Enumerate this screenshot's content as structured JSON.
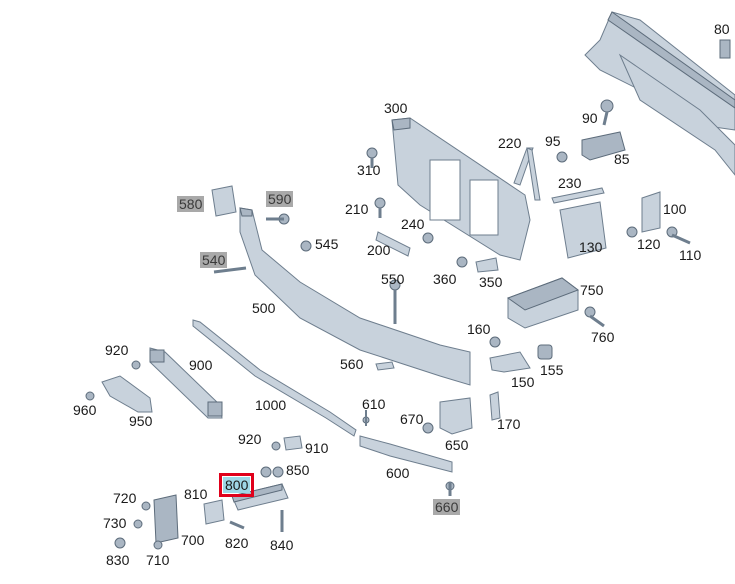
{
  "diagram": {
    "selected_part": "800",
    "labels": [
      {
        "id": "80",
        "text": "80",
        "style": "plain"
      },
      {
        "id": "300",
        "text": "300",
        "style": "plain"
      },
      {
        "id": "220",
        "text": "220",
        "style": "plain"
      },
      {
        "id": "95",
        "text": "95",
        "style": "plain"
      },
      {
        "id": "90",
        "text": "90",
        "style": "plain"
      },
      {
        "id": "85",
        "text": "85",
        "style": "plain"
      },
      {
        "id": "310",
        "text": "310",
        "style": "plain"
      },
      {
        "id": "230",
        "text": "230",
        "style": "plain"
      },
      {
        "id": "580",
        "text": "580",
        "style": "grey"
      },
      {
        "id": "590",
        "text": "590",
        "style": "grey"
      },
      {
        "id": "210",
        "text": "210",
        "style": "plain"
      },
      {
        "id": "240",
        "text": "240",
        "style": "plain"
      },
      {
        "id": "100",
        "text": "100",
        "style": "plain"
      },
      {
        "id": "545",
        "text": "545",
        "style": "plain"
      },
      {
        "id": "200",
        "text": "200",
        "style": "plain"
      },
      {
        "id": "130",
        "text": "130",
        "style": "plain"
      },
      {
        "id": "120",
        "text": "120",
        "style": "plain"
      },
      {
        "id": "110",
        "text": "110",
        "style": "plain"
      },
      {
        "id": "540",
        "text": "540",
        "style": "grey"
      },
      {
        "id": "360",
        "text": "360",
        "style": "plain"
      },
      {
        "id": "350",
        "text": "350",
        "style": "plain"
      },
      {
        "id": "550",
        "text": "550",
        "style": "plain"
      },
      {
        "id": "750",
        "text": "750",
        "style": "plain"
      },
      {
        "id": "500",
        "text": "500",
        "style": "plain"
      },
      {
        "id": "160",
        "text": "160",
        "style": "plain"
      },
      {
        "id": "760",
        "text": "760",
        "style": "plain"
      },
      {
        "id": "920a",
        "text": "920",
        "style": "plain"
      },
      {
        "id": "900",
        "text": "900",
        "style": "plain"
      },
      {
        "id": "560",
        "text": "560",
        "style": "plain"
      },
      {
        "id": "150",
        "text": "150",
        "style": "plain"
      },
      {
        "id": "155",
        "text": "155",
        "style": "plain"
      },
      {
        "id": "960",
        "text": "960",
        "style": "plain"
      },
      {
        "id": "1000",
        "text": "1000",
        "style": "plain"
      },
      {
        "id": "610",
        "text": "610",
        "style": "plain"
      },
      {
        "id": "950",
        "text": "950",
        "style": "plain"
      },
      {
        "id": "670",
        "text": "670",
        "style": "plain"
      },
      {
        "id": "170",
        "text": "170",
        "style": "plain"
      },
      {
        "id": "920b",
        "text": "920",
        "style": "plain"
      },
      {
        "id": "910",
        "text": "910",
        "style": "plain"
      },
      {
        "id": "650",
        "text": "650",
        "style": "plain"
      },
      {
        "id": "850",
        "text": "850",
        "style": "plain"
      },
      {
        "id": "600",
        "text": "600",
        "style": "plain"
      },
      {
        "id": "800",
        "text": "800",
        "style": "selected"
      },
      {
        "id": "720",
        "text": "720",
        "style": "plain"
      },
      {
        "id": "810",
        "text": "810",
        "style": "plain"
      },
      {
        "id": "660",
        "text": "660",
        "style": "grey"
      },
      {
        "id": "730",
        "text": "730",
        "style": "plain"
      },
      {
        "id": "700",
        "text": "700",
        "style": "plain"
      },
      {
        "id": "820",
        "text": "820",
        "style": "plain"
      },
      {
        "id": "840",
        "text": "840",
        "style": "plain"
      },
      {
        "id": "830",
        "text": "830",
        "style": "plain"
      },
      {
        "id": "710",
        "text": "710",
        "style": "plain"
      }
    ]
  }
}
